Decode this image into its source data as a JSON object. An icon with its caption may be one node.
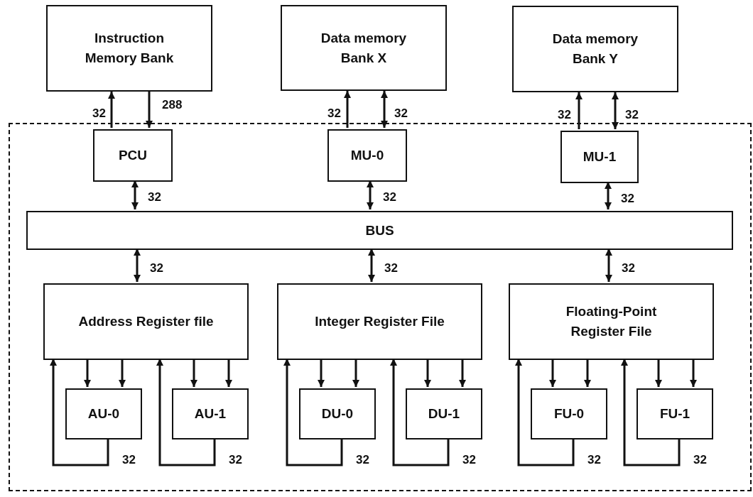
{
  "diagram": {
    "nodes": [
      {
        "text": [
          "Instruction Memory Bank"
        ]
      },
      {
        "text": [
          "Data memory Bank X"
        ]
      },
      {
        "text": [
          "Data memory Bank Y"
        ]
      },
      {
        "text": [],
        "shape": "box"
      },
      {
        "text": [
          "PCU"
        ],
        "in": 3
      },
      {
        "text": [
          "MU-0"
        ],
        "in": 3
      },
      {
        "text": [
          "MU-1"
        ],
        "in": 3
      },
      {
        "text": [
          "BUS"
        ],
        "in": 3
      },
      {
        "text": [
          "Address Register file"
        ],
        "in": 3
      },
      {
        "text": [
          "Integer Register File"
        ],
        "in": 3
      },
      {
        "text": [
          "Floating-Point Register File"
        ],
        "in": 3
      },
      {
        "text": [
          "AU-0"
        ],
        "in": 3
      },
      {
        "text": [
          "AU-1"
        ],
        "in": 3
      },
      {
        "text": [
          "DU-0"
        ],
        "in": 3
      },
      {
        "text": [
          "DU-1"
        ],
        "in": 3
      },
      {
        "text": [
          "FU-0"
        ],
        "in": 3
      },
      {
        "text": [
          "FU-1"
        ],
        "in": 3
      }
    ],
    "edges": [
      {
        "from": 4,
        "to": 0,
        "arrow": "to",
        "label": "32"
      },
      {
        "from": 0,
        "to": 4,
        "arrow": "to",
        "label": "288"
      },
      {
        "from": 5,
        "to": 1,
        "arrow": "to",
        "label": "32"
      },
      {
        "from": 5,
        "to": 1,
        "arrow": "both",
        "label": "32"
      },
      {
        "from": 6,
        "to": 2,
        "arrow": "to",
        "label": "32"
      },
      {
        "from": 6,
        "to": 2,
        "arrow": "both",
        "label": "32"
      },
      {
        "from": 4,
        "to": 7,
        "arrow": "both",
        "label": "32"
      },
      {
        "from": 5,
        "to": 7,
        "arrow": "both",
        "label": "32"
      },
      {
        "from": 6,
        "to": 7,
        "arrow": "both",
        "label": "32"
      },
      {
        "from": 7,
        "to": 8,
        "arrow": "both",
        "label": "32"
      },
      {
        "from": 7,
        "to": 9,
        "arrow": "both",
        "label": "32"
      },
      {
        "from": 7,
        "to": 10,
        "arrow": "both",
        "label": "32"
      },
      {
        "from": 8,
        "to": 11,
        "arrow": "to"
      },
      {
        "from": 8,
        "to": 11,
        "arrow": "to"
      },
      {
        "from": 11,
        "to": 8,
        "arrow": "to",
        "label": "32"
      },
      {
        "from": 8,
        "to": 12,
        "arrow": "to"
      },
      {
        "from": 8,
        "to": 12,
        "arrow": "to"
      },
      {
        "from": 12,
        "to": 8,
        "arrow": "to",
        "label": "32"
      },
      {
        "from": 9,
        "to": 13,
        "arrow": "to"
      },
      {
        "from": 9,
        "to": 13,
        "arrow": "to"
      },
      {
        "from": 13,
        "to": 9,
        "arrow": "to",
        "label": "32"
      },
      {
        "from": 9,
        "to": 14,
        "arrow": "to"
      },
      {
        "from": 9,
        "to": 14,
        "arrow": "to"
      },
      {
        "from": 14,
        "to": 9,
        "arrow": "to",
        "label": "32"
      },
      {
        "from": 10,
        "to": 15,
        "arrow": "to"
      },
      {
        "from": 10,
        "to": 15,
        "arrow": "to"
      },
      {
        "from": 15,
        "to": 10,
        "arrow": "to",
        "label": "32"
      },
      {
        "from": 10,
        "to": 16,
        "arrow": "to"
      },
      {
        "from": 10,
        "to": 16,
        "arrow": "to"
      },
      {
        "from": 16,
        "to": 10,
        "arrow": "to",
        "label": "32"
      }
    ]
  }
}
